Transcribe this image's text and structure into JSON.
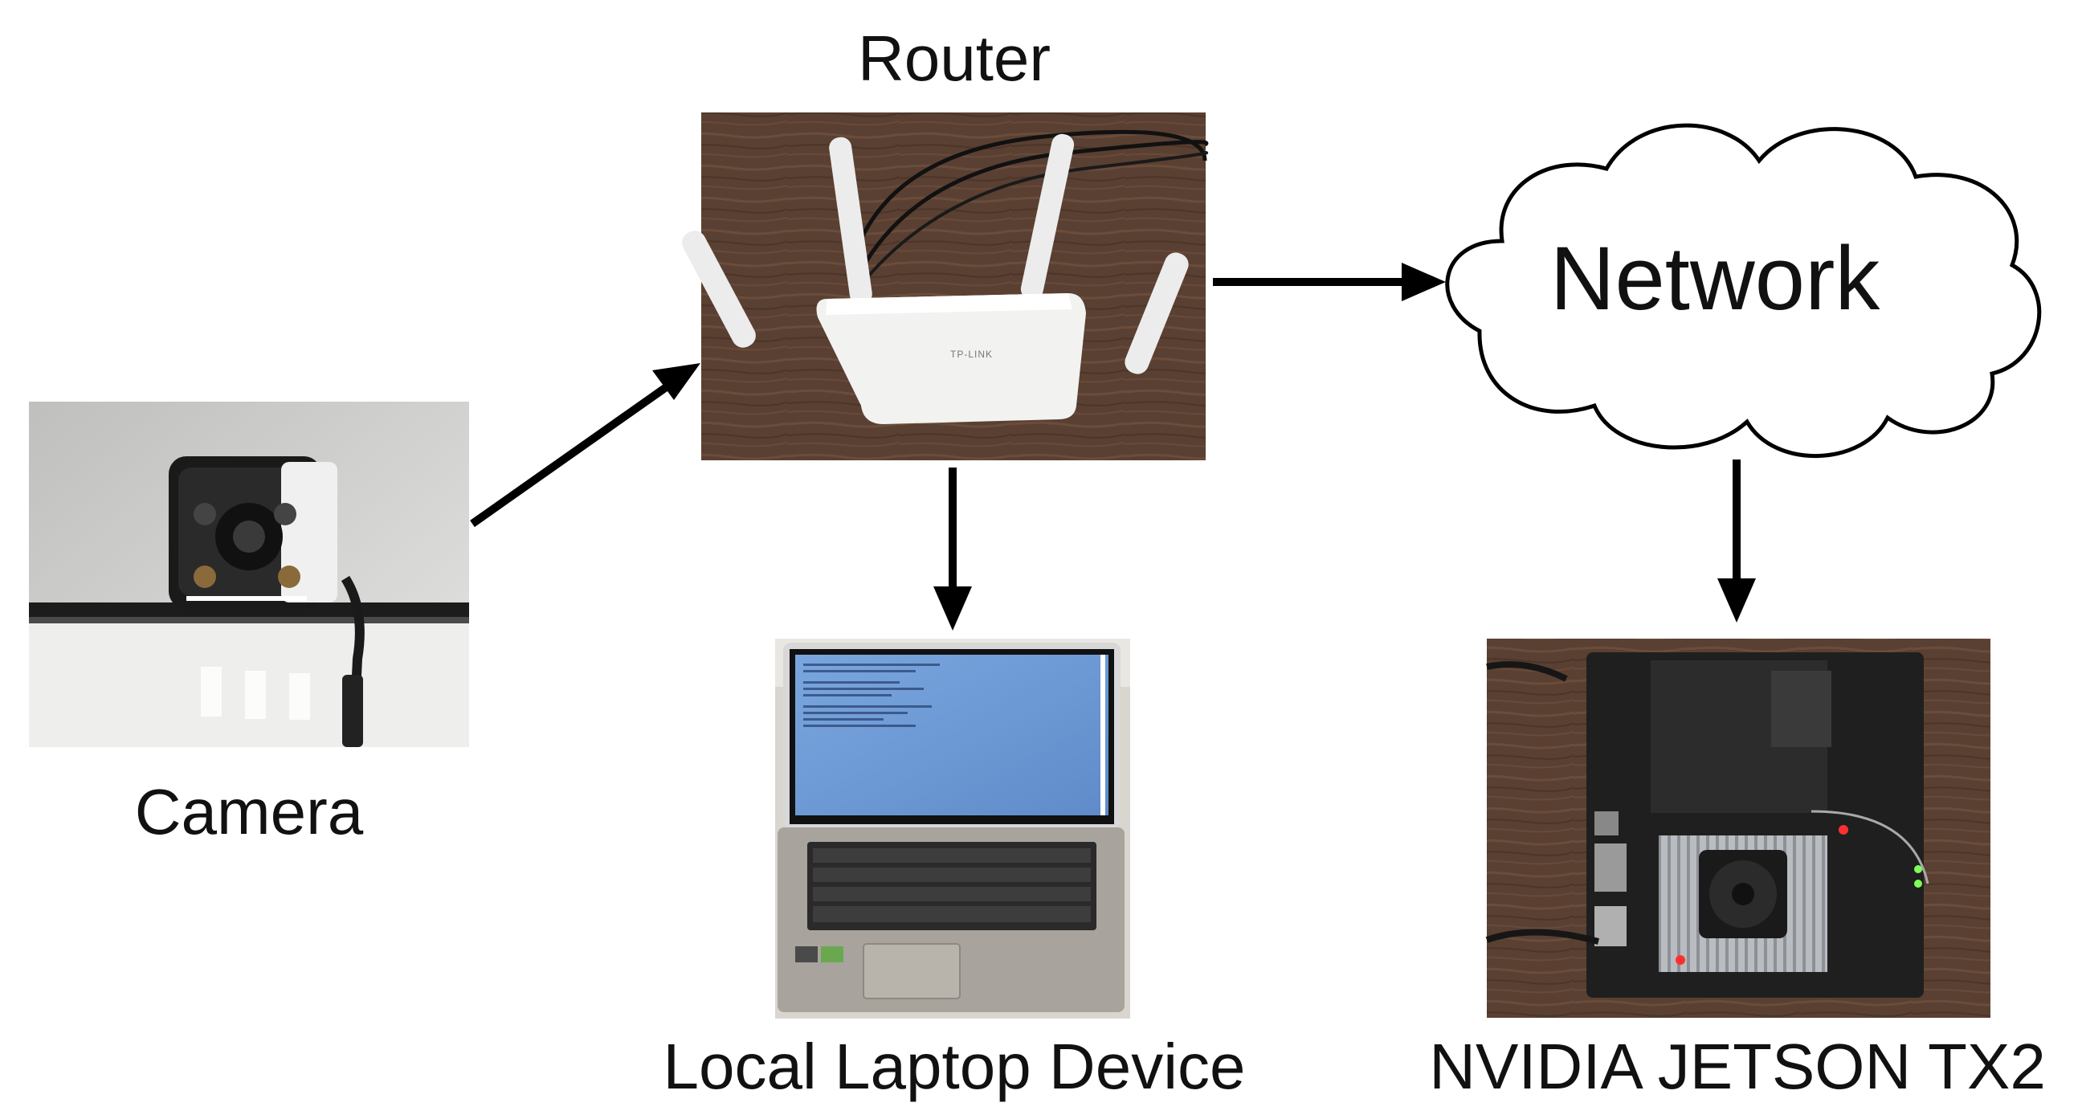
{
  "labels": {
    "router": "Router",
    "network": "Network",
    "camera": "Camera",
    "laptop": "Local Laptop Device",
    "jetson": "NVIDIA JETSON TX2"
  },
  "router_photo": {
    "brand": "TP-LINK"
  },
  "colors": {
    "arrow": "#000000",
    "cloud_fill": "#ffffff",
    "cloud_stroke": "#000000",
    "wood": "#5a4032",
    "screen": "#6f9bd6",
    "board": "#1f1f1f",
    "led_red": "#ff3030",
    "led_green": "#7dff5a"
  }
}
